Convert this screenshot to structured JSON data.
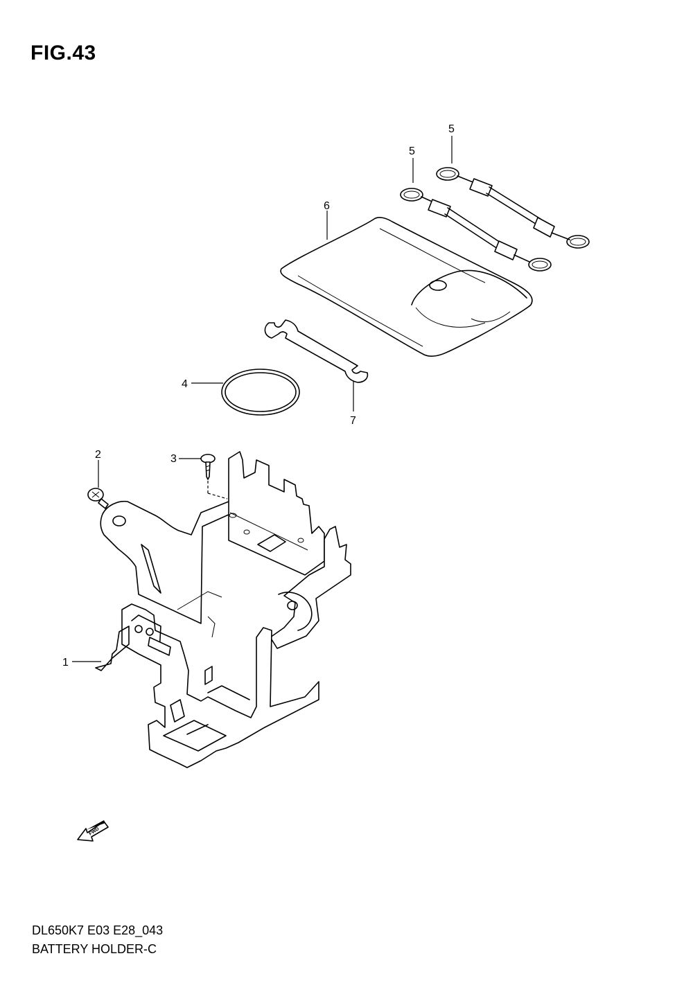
{
  "figure": {
    "title": "FIG.43"
  },
  "captions": {
    "model_code": "DL650K7 E03 E28_043",
    "part_name": "BATTERY HOLDER-C"
  },
  "callouts": [
    {
      "id": "part-1",
      "label": "1"
    },
    {
      "id": "part-2",
      "label": "2"
    },
    {
      "id": "part-3",
      "label": "3"
    },
    {
      "id": "part-4",
      "label": "4"
    },
    {
      "id": "part-5a",
      "label": "5"
    },
    {
      "id": "part-5b",
      "label": "5"
    },
    {
      "id": "part-6",
      "label": "6"
    },
    {
      "id": "part-7",
      "label": "7"
    }
  ],
  "direction_arrow": {
    "label": "FWD",
    "icon": "forward-arrow-icon"
  }
}
